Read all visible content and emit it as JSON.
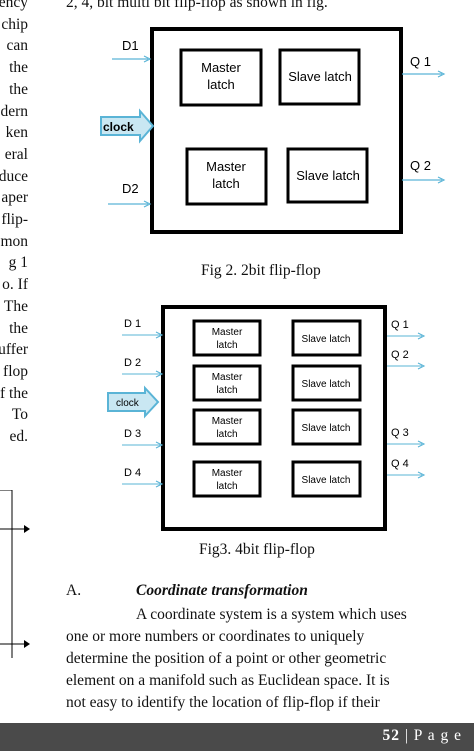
{
  "left_column_lines": [
    "ency",
    "chip",
    "can",
    "the",
    "the",
    "dern",
    "ken",
    "eral",
    "duce",
    "aper",
    "flip-",
    "mon",
    "g 1",
    "o. If",
    "The",
    "the",
    "uffer",
    "flop",
    "f the",
    "To",
    "ed."
  ],
  "intro_line": "2, 4, bit multi bit flip-flop as shown in fig.",
  "fig2": {
    "caption": "Fig 2. 2bit flip-flop",
    "inputs": [
      "D1",
      "D2"
    ],
    "clock_label": "clock",
    "outputs": [
      "Q 1",
      "Q 2"
    ],
    "blocks": [
      "Master latch",
      "Slave latch",
      "Master latch",
      "Slave latch"
    ]
  },
  "fig3": {
    "caption": "Fig3. 4bit flip-flop",
    "inputs": [
      "D 1",
      "D 2",
      "D 3",
      "D 4"
    ],
    "clock_label": "clock",
    "outputs": [
      "Q 1",
      "Q 2",
      "Q 3",
      "Q 4"
    ],
    "master_label": "Master latch",
    "slave_label": "Slave latch"
  },
  "section": {
    "letter": "A.",
    "title": "Coordinate transformation"
  },
  "paragraph_lines": [
    "A coordinate system is a system which uses",
    "one or more numbers or coordinates to uniquely",
    "determine the position of a point or other geometric",
    "element on a manifold such as Euclidean space. It is",
    "not easy to identify the location of flip-flop if their"
  ],
  "footer": {
    "page_number": "52",
    "page_word": "| P a g e"
  },
  "colors": {
    "arrow": "#5ab4d6",
    "clock_fill": "#c9e7f2",
    "footer_bg": "#4a4a4a"
  }
}
